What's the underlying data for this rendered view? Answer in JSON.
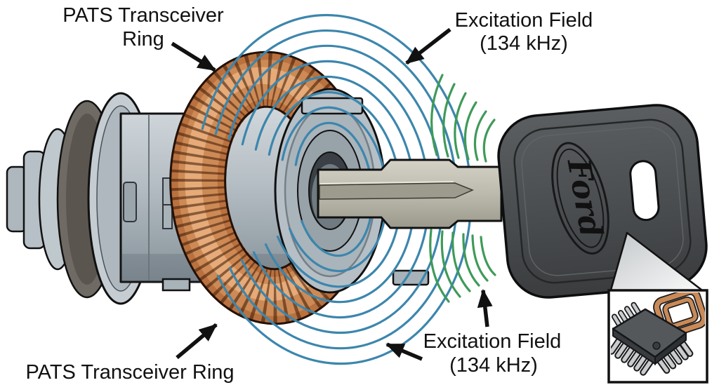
{
  "labels": {
    "top_left_line1": "PATS Transceiver",
    "top_left_line2": "Ring",
    "top_right_line1": "Excitation Field",
    "top_right_line2": "(134 kHz)",
    "bottom_left": "PATS Transceiver Ring",
    "bottom_right_line1": "Excitation Field",
    "bottom_right_line2": "(134 kHz)"
  },
  "key": {
    "brand": "Ford"
  },
  "frequency": "134 kHz",
  "colors": {
    "field_blue": "#3c86ad",
    "field_green": "#3f9a58",
    "coil_copper": "#cd8a55",
    "key_head_gray": "#4a4d4f",
    "cylinder_gray": "#b6bfc6",
    "outline_black": "#111111",
    "background": "#ffffff"
  }
}
